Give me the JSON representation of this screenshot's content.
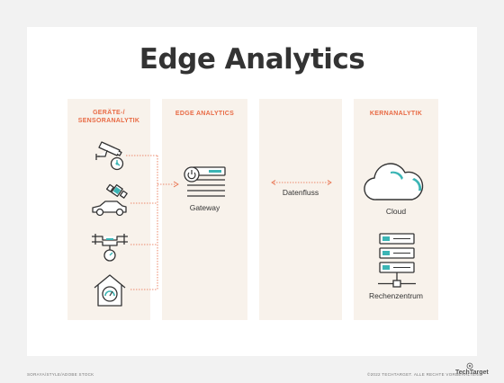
{
  "title": "Edge Analytics",
  "columns": [
    {
      "heading": "GERÄTE-/\nSENSORANALYTIK"
    },
    {
      "heading": "EDGE ANALYTICS",
      "label": "Gateway"
    },
    {
      "heading": "",
      "label": "Datenfluss"
    },
    {
      "heading": "KERNANALYTIK",
      "label_cloud": "Cloud",
      "label_dc": "Rechenzentrum"
    }
  ],
  "footer": {
    "left": "SORAYA/STYLE/ADOBE STOCK",
    "right": "©2022 TECHTARGET. ALLE RECHTE VORBEHALTEN.",
    "brand": "TechTarget"
  },
  "colors": {
    "accent": "#e86a44",
    "teal": "#3bb5b5",
    "panel": "#f8f2eb",
    "dark": "#333333"
  }
}
